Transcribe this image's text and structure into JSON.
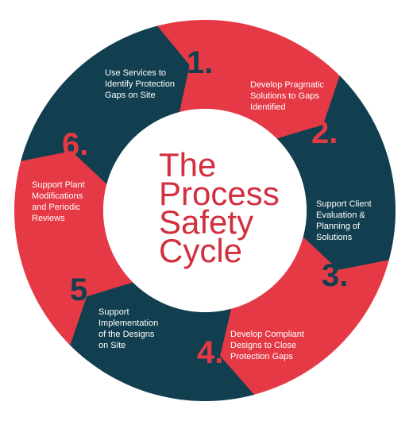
{
  "colors": {
    "red": "#e63946",
    "teal": "#123f4f",
    "white": "#ffffff",
    "title": "#d22f3f"
  },
  "title": {
    "lines": [
      "The",
      "Process",
      "Safety",
      "Cycle"
    ]
  },
  "segments": [
    {
      "number": "1.",
      "lines": [
        "Use Services to",
        "Identify Protection",
        "Gaps on Site"
      ],
      "color": "red"
    },
    {
      "number": "2.",
      "lines": [
        "Develop Pragmatic",
        "Solutions to Gaps",
        "Identified"
      ],
      "color": "teal"
    },
    {
      "number": "3.",
      "lines": [
        "Support Client",
        "Evaluation &",
        "Planning of",
        "Solutions"
      ],
      "color": "red"
    },
    {
      "number": "4.",
      "lines": [
        "Develop Compliant",
        "Designs to Close",
        "Protection Gaps"
      ],
      "color": "teal"
    },
    {
      "number": "5.",
      "lines": [
        "Support",
        "Implementation",
        "of the Designs",
        "on Site"
      ],
      "color": "red"
    },
    {
      "number": "6.",
      "lines": [
        "Support Plant",
        "Modifications",
        "and Periodic",
        "Reviews"
      ],
      "color": "teal"
    }
  ]
}
